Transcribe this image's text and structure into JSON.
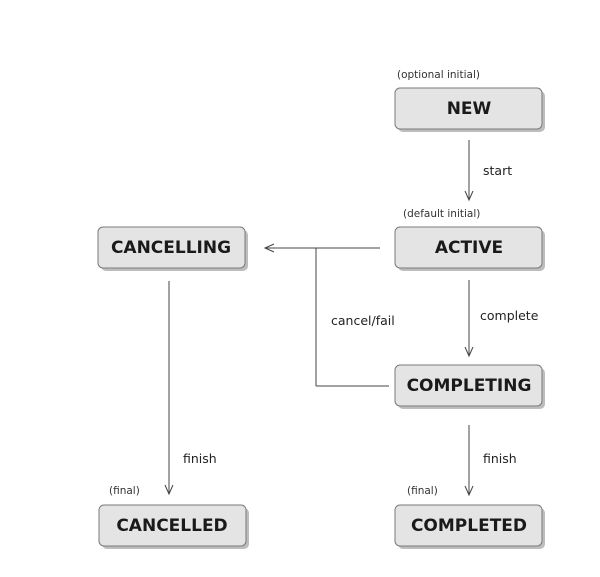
{
  "states": {
    "new": {
      "label": "NEW",
      "note": "(optional initial)"
    },
    "active": {
      "label": "ACTIVE",
      "note": "(default initial)"
    },
    "cancelling": {
      "label": "CANCELLING",
      "note": ""
    },
    "completing": {
      "label": "COMPLETING",
      "note": ""
    },
    "cancelled": {
      "label": "CANCELLED",
      "note": "(final)"
    },
    "completed": {
      "label": "COMPLETED",
      "note": "(final)"
    }
  },
  "transitions": {
    "start": "start",
    "complete": "complete",
    "cancel_fail": "cancel/fail",
    "finish_cancelled": "finish",
    "finish_completed": "finish"
  }
}
